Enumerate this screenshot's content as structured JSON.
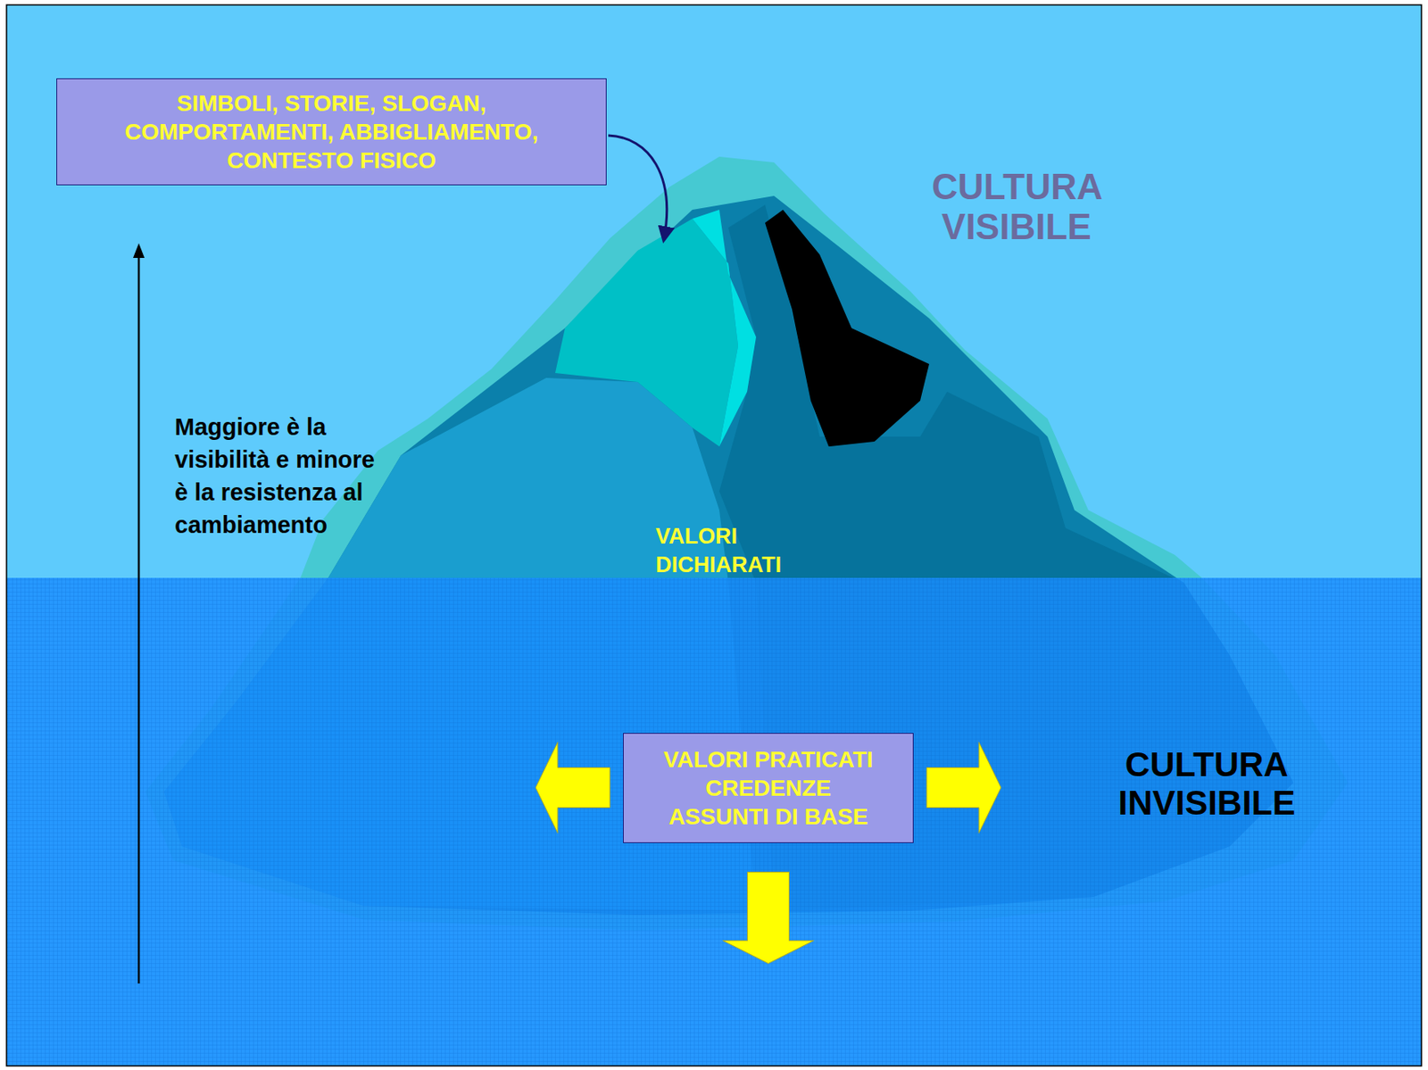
{
  "diagram": {
    "nodes": [
      {
        "text": [
          "SIMBOLI, STORIE, SLOGAN, COMPORTAMENTI, ABBIGLIAMENTO, CONTESTO FISICO"
        ]
      },
      {
        "text": [
          "VALORI PRATICATI CREDENZE ASSUNTI DI BASE"
        ]
      }
    ],
    "labels": [
      "CULTURA VISIBILE",
      "Maggiore è la visibilità e minore è la resistenza al cambiamento",
      "VALORI DICHIARATI",
      "CULTURA INVISIBILE"
    ]
  }
}
